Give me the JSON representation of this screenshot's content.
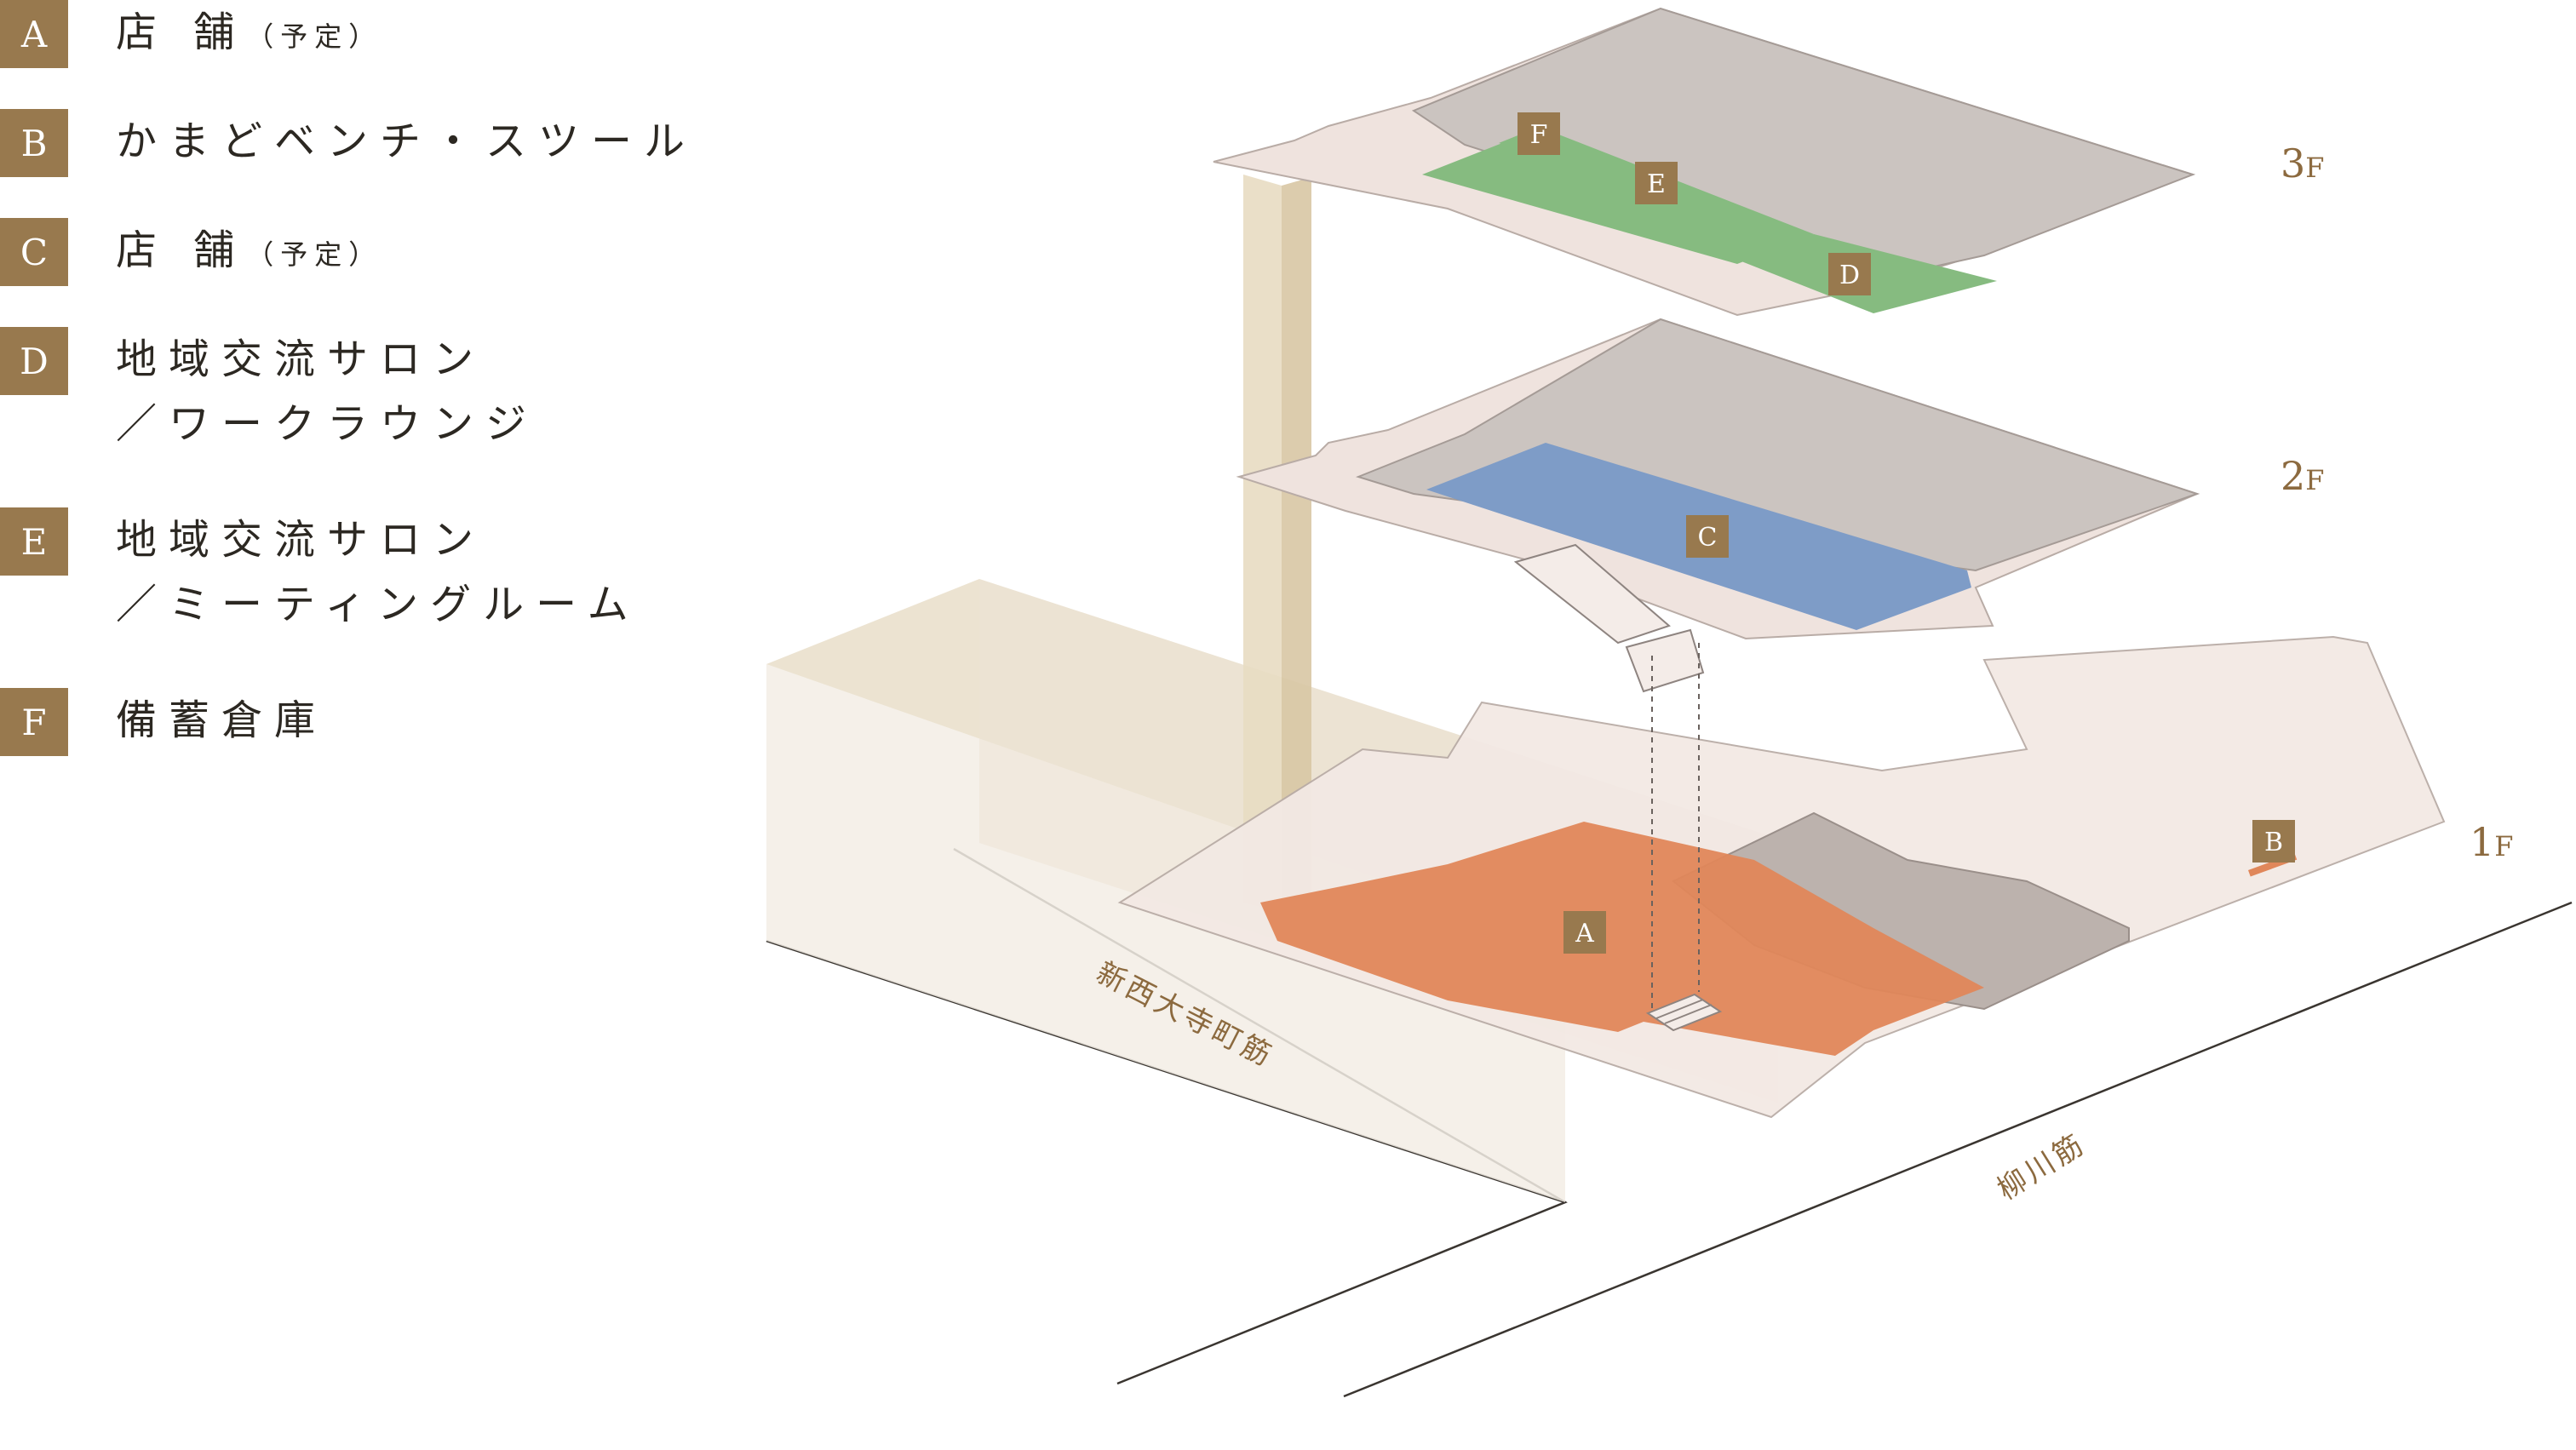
{
  "legend": [
    {
      "key": "A",
      "line1": "店 舗",
      "sub": "（予定）",
      "line2": ""
    },
    {
      "key": "B",
      "line1": "かまどベンチ・スツール",
      "sub": "",
      "line2": ""
    },
    {
      "key": "C",
      "line1": "店 舗",
      "sub": "（予定）",
      "line2": ""
    },
    {
      "key": "D",
      "line1": "地域交流サロン",
      "sub": "",
      "line2": "／ワークラウンジ"
    },
    {
      "key": "E",
      "line1": "地域交流サロン",
      "sub": "",
      "line2": "／ミーティングルーム"
    },
    {
      "key": "F",
      "line1": "備蓄倉庫",
      "sub": "",
      "line2": ""
    }
  ],
  "floors": {
    "f3": {
      "num": "3",
      "unit": "F"
    },
    "f2": {
      "num": "2",
      "unit": "F"
    },
    "f1": {
      "num": "1",
      "unit": "F"
    }
  },
  "streets": {
    "west": "新西大寺町筋",
    "south": "柳川筋"
  },
  "colors": {
    "badge": "#98794e",
    "shop_1f": "#e0875a",
    "shop_2f": "#7e9cc7",
    "salon_3f": "#86bb80",
    "floor_gray": "#cbc4c0",
    "floor_light": "#efe5e0",
    "beige": "#e8dcc8"
  }
}
